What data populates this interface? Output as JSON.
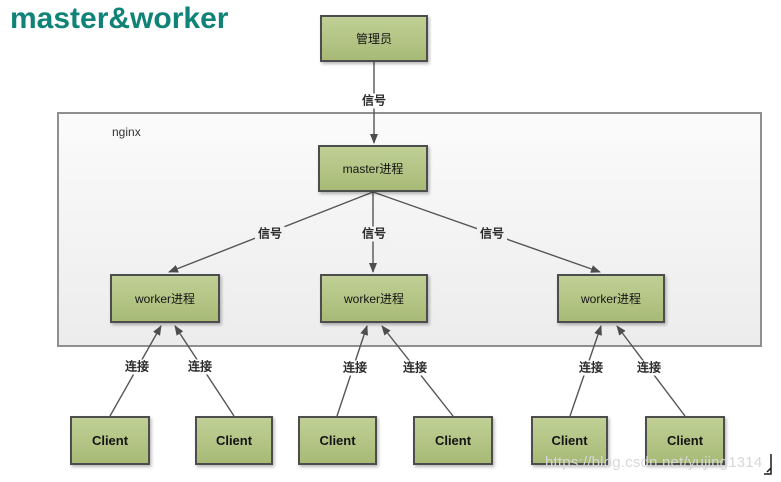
{
  "title": {
    "text": "master&worker",
    "color": "#0f8377"
  },
  "diagram": {
    "container_label": "nginx",
    "admin_node": "管理员",
    "admin_edge_label": "信号",
    "master_node": "master进程",
    "signal_edge_labels": [
      "信号",
      "信号",
      "信号"
    ],
    "worker_nodes": [
      "worker进程",
      "worker进程",
      "worker进程"
    ],
    "connection_edge_labels": [
      "连接",
      "连接",
      "连接",
      "连接",
      "连接",
      "连接"
    ],
    "client_nodes": [
      "Client",
      "Client",
      "Client",
      "Client",
      "Client",
      "Client"
    ],
    "colors": {
      "node_fill_top": "#c0d096",
      "node_fill_bottom": "#a8ba76",
      "node_border": "#4d4d4d",
      "connector": "#555555",
      "container_border": "#8f8f8f",
      "title": "#0f8377",
      "watermark": "#d8d8d8"
    }
  },
  "watermark": {
    "text": "https://blog.csdn.net/yujing1314"
  }
}
